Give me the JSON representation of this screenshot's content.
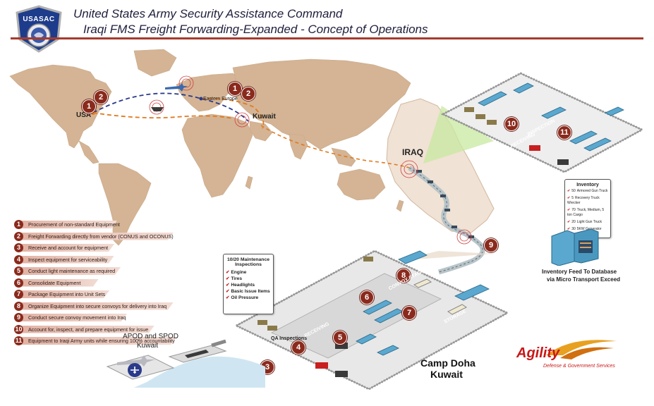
{
  "header": {
    "org_name": "USASAC",
    "title_line1": "United States Army Security Assistance Command",
    "title_line2": "Iraqi FMS Freight Forwarding-Expanded - Concept of Operations"
  },
  "map_labels": {
    "usa": "USA",
    "eastern_europe": "Eastern Europe",
    "kuwait": "Kuwait",
    "iraq": "IRAQ",
    "apod_spod_line1": "APOD and SPOD",
    "apod_spod_line2": "Kuwait",
    "camp_doha_line1": "Camp Doha",
    "camp_doha_line2": "Kuwait",
    "qa_inspections": "QA Inspections",
    "receiving": "RECEIVING",
    "storage": "STORAGE",
    "convoy_staging": "CONVOY STAGING",
    "inspection": "INSPECTION",
    "inventory_feed_line1": "Inventory Feed To Database",
    "inventory_feed_line2": "via Micro Transport Exceed"
  },
  "map_badges": {
    "usa_1": "1",
    "usa_2": "2",
    "eu_1": "1",
    "eu_2": "2",
    "iraq_9": "9",
    "iraq_10": "10",
    "iraq_11": "11",
    "doha_3": "3",
    "doha_4": "4",
    "doha_5": "5",
    "doha_6": "6",
    "doha_7": "7",
    "doha_8": "8"
  },
  "legend": [
    {
      "num": "1",
      "text": "Procurement of non-standard Equipment",
      "len": 0.62
    },
    {
      "num": "2",
      "text": "Freight Forwarding directly from vendor (CONUS and OCONUS)",
      "len": 0.98
    },
    {
      "num": "3",
      "text": "Receive and account for equipment",
      "len": 0.6
    },
    {
      "num": "4",
      "text": "Inspect equipment for serviceability",
      "len": 0.6
    },
    {
      "num": "5",
      "text": "Conduct light maintenance as required",
      "len": 0.64
    },
    {
      "num": "6",
      "text": "Consolidate Equipment",
      "len": 0.5
    },
    {
      "num": "7",
      "text": "Package Equipment into Unit Sets",
      "len": 0.57
    },
    {
      "num": "8",
      "text": "Organize Equipment into secure convoys for delivery into Iraq",
      "len": 0.98
    },
    {
      "num": "9",
      "text": "Conduct secure convoy movement into Iraq",
      "len": 0.68
    },
    {
      "num": "10",
      "text": "Account for, inspect, and prepare equipment for issue",
      "len": 0.86
    },
    {
      "num": "11",
      "text": "Equipment to Iraqi Army units while ensuring 100% accountability",
      "len": 1.0
    }
  ],
  "maintenance_clipboard": {
    "header_line1": "10/20 Maintenance",
    "header_line2": "Inspections",
    "items": [
      "Engine",
      "Tires",
      "Headlights",
      "Basic Issue Items",
      "Oil Pressure"
    ]
  },
  "inventory_clipboard": {
    "header": "Inventory",
    "items": [
      {
        "qty": "50",
        "desc": "Armored Gun Truck"
      },
      {
        "qty": "5",
        "desc": "Recovery Truck Wrecker"
      },
      {
        "qty": "70",
        "desc": "Truck, Medium, 5 ton Cargo"
      },
      {
        "qty": "20",
        "desc": "Light Gun Truck"
      },
      {
        "qty": "30",
        "desc": "5KW Generator"
      }
    ]
  },
  "brand": {
    "name": "Agility",
    "subtitle": "Defense & Government Services"
  },
  "colors": {
    "accent_red": "#a63a2c",
    "badge_red": "#8a2a1c",
    "land": "#d4b494",
    "route_orange": "#e07a20",
    "route_blue": "#2a3a8a",
    "highlight_green": "#c8e8a0"
  }
}
